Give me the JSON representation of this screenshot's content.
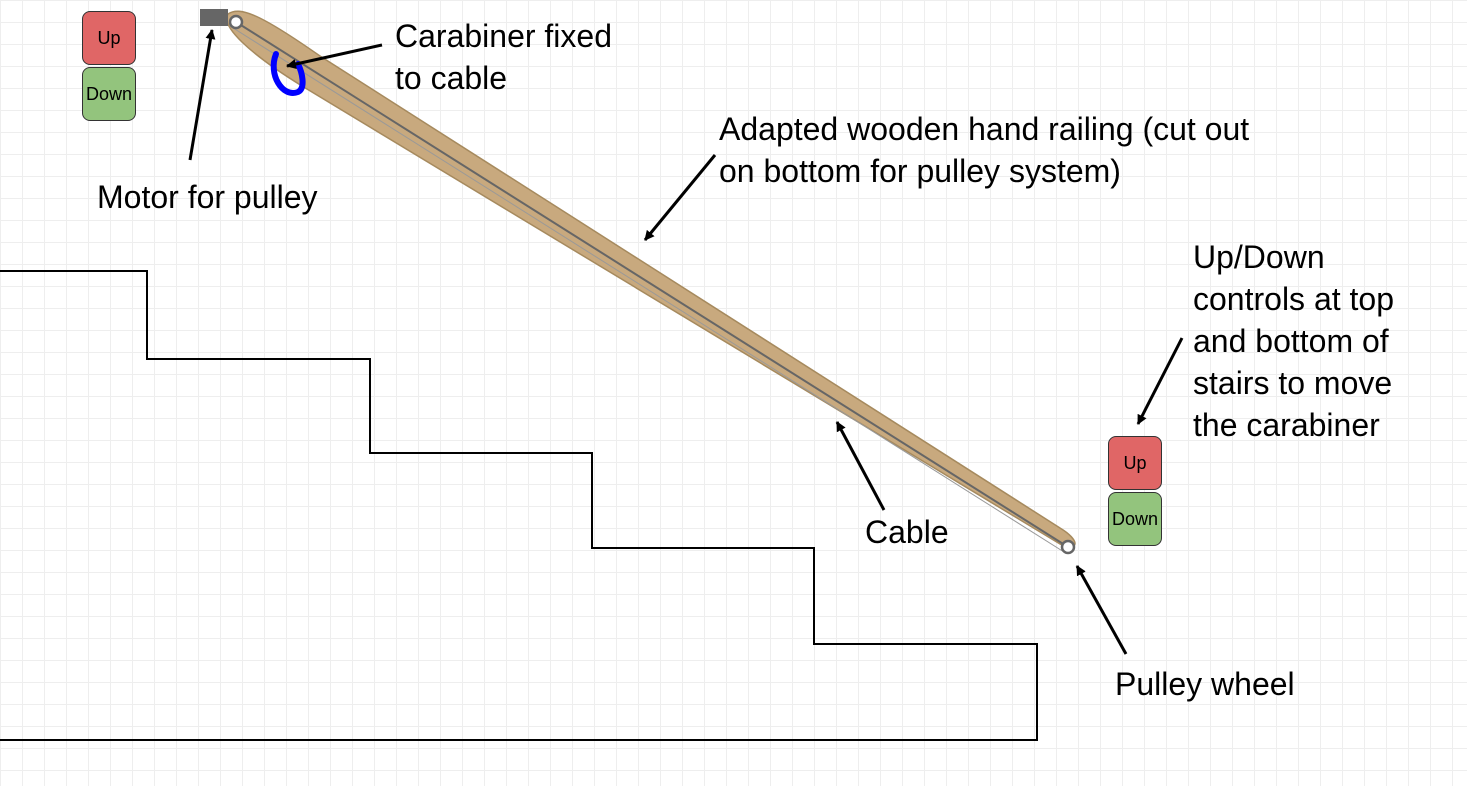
{
  "colors": {
    "railing_fill": "#c8a97e",
    "railing_stroke": "#a68a5e",
    "cable": "#666666",
    "carabiner": "#0000ff",
    "motor": "#666666",
    "up_button": "#e06666",
    "down_button": "#93c47d",
    "stairs": "#000000"
  },
  "controls_top": {
    "up_label": "Up",
    "down_label": "Down"
  },
  "controls_bottom": {
    "up_label": "Up",
    "down_label": "Down"
  },
  "labels": {
    "carabiner": "Carabiner fixed\nto cable",
    "motor": "Motor for pulley",
    "railing": "Adapted wooden hand railing (cut out\non bottom for pulley system)",
    "controls": "Up/Down\ncontrols at top\nand bottom of\nstairs to move\nthe carabiner",
    "cable": "Cable",
    "pulley": "Pulley wheel"
  },
  "icons": {
    "motor": "motor-icon",
    "pulley_top": "pulley-wheel-icon",
    "pulley_bottom": "pulley-wheel-icon",
    "carabiner": "carabiner-icon"
  }
}
